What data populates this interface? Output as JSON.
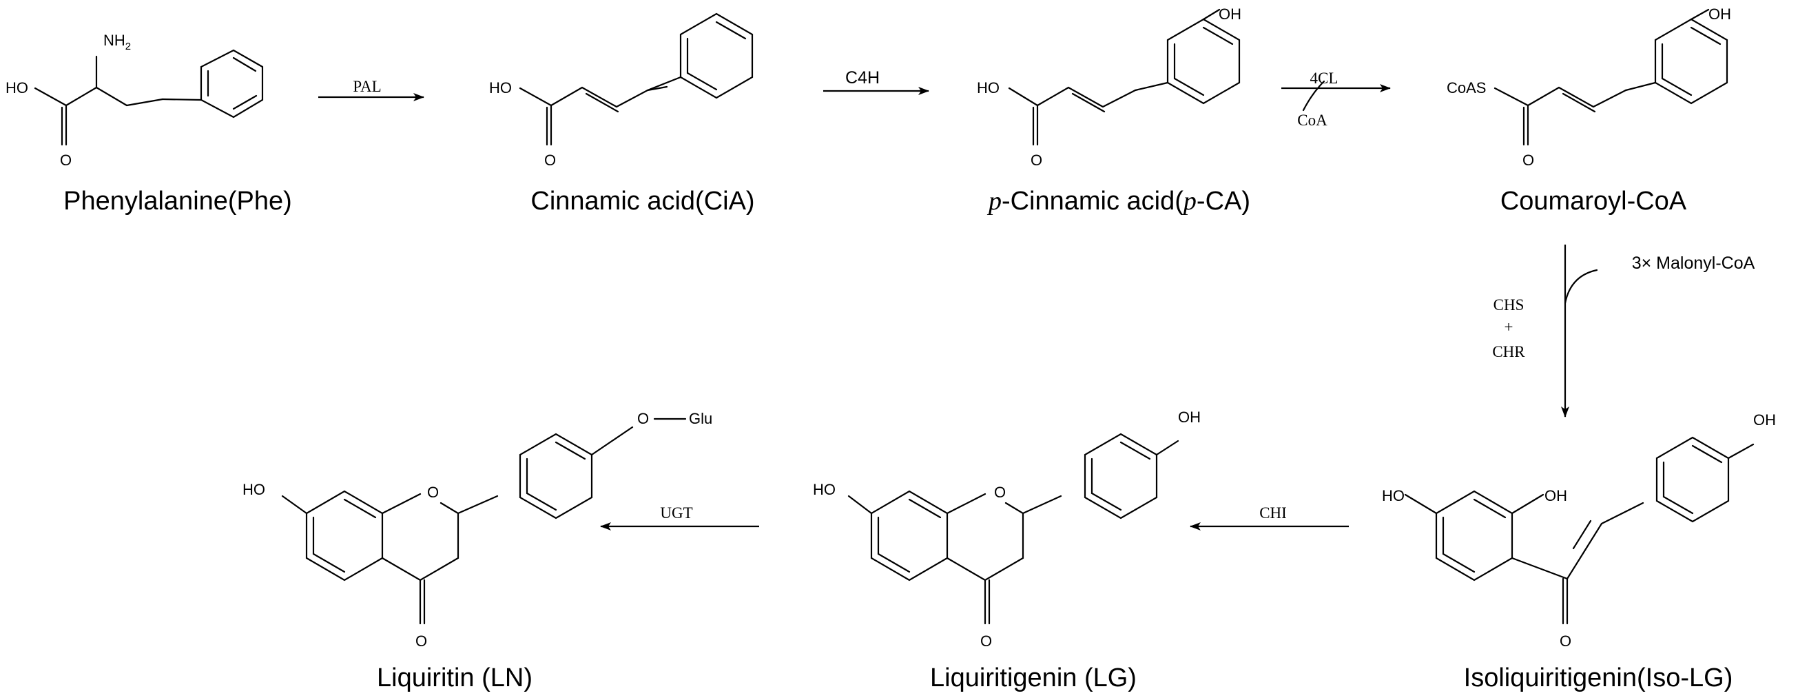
{
  "compounds": {
    "phe": {
      "name": "Phenylalanine(Phe)"
    },
    "cia": {
      "name": "Cinnamic acid(CiA)"
    },
    "pca": {
      "prefix": "p",
      "mid": "-Cinnamic acid(",
      "prefix2": "p",
      "suffix": "-CA)"
    },
    "coa": {
      "name": "Coumaroyl-CoA"
    },
    "isolg": {
      "name": "Isoliquiritigenin(Iso-LG)"
    },
    "lg": {
      "name": "Liquiritigenin (LG)"
    },
    "ln": {
      "name": "Liquiritin (LN)"
    }
  },
  "enzymes": {
    "pal": "PAL",
    "c4h": "C4H",
    "fourcl": "4CL",
    "coa_cofactor": "CoA",
    "chs": "CHS",
    "plus": "+",
    "chr": "CHR",
    "malonyl": "3× Malonyl-CoA",
    "chi": "CHI",
    "ugt": "UGT"
  },
  "atoms": {
    "oh": "OH",
    "ho": "HO",
    "o": "O",
    "nh": "NH",
    "nh_sub": "2",
    "coas": "CoAS",
    "glu": "Glu"
  }
}
